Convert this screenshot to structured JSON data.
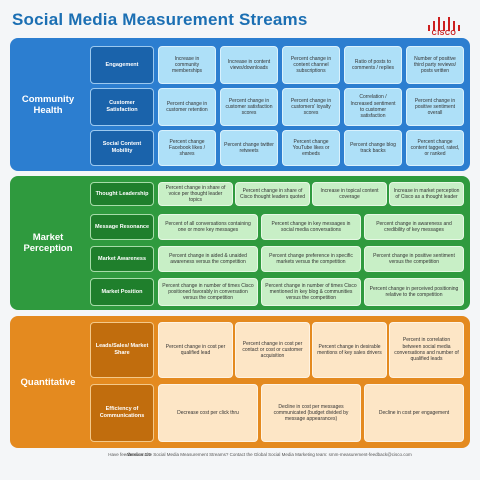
{
  "title": "Social Media Measurement Streams",
  "logo": {
    "text": "CISCO",
    "icon": "cisco-bridge-icon",
    "color": "#cc1f1f"
  },
  "colors": {
    "community": "#2c7ed0",
    "market": "#2f9a3e",
    "quantitative": "#e48a1f"
  },
  "sections": [
    {
      "category": "Community Health",
      "rows": [
        {
          "label": "Engagement",
          "cells": [
            "Increase in community memberships",
            "Increase in content views/downloads",
            "Percent change in content channel subscriptions",
            "Ratio of posts to comments / replies",
            "Number of positive third party reviews/ posts written"
          ]
        },
        {
          "label": "Customer Satisfaction",
          "cells": [
            "Percent change in customer retention",
            "Percent change in customer satisfaction scores",
            "Percent change in customers' loyalty scores",
            "Correlation / Increased sentiment to customer satisfaction",
            "Percent change in positive sentiment overall"
          ]
        },
        {
          "label": "Social Content Mobility",
          "cells": [
            "Percent change Facebook likes / shares",
            "Percent change twitter retweets",
            "Percent change YouTube likes or embeds",
            "Percent change blog track backs",
            "Percent change content tagged, rated, or ranked"
          ]
        }
      ]
    },
    {
      "category": "Market Perception",
      "rows": [
        {
          "label": "Thought Leadership",
          "cells": [
            "Percent change in share of voice per thought leader topics",
            "Percent change in share of Cisco thought leaders quoted",
            "Increase in topical content coverage",
            "Increase in market perception of Cisco as a thought leader"
          ]
        },
        {
          "label": "Message Resonance",
          "cells": [
            "Percent of all conversations containing one or more key messages",
            "Percent change in key messages in social media conversations",
            "Percent change in awareness and credibility of key messages"
          ]
        },
        {
          "label": "Market Awareness",
          "cells": [
            "Percent change in aided & unaided awareness versus the competition",
            "Percent change preference in specific markets versus the competition",
            "Percent change in positive sentiment versus the competition"
          ]
        },
        {
          "label": "Market Position",
          "cells": [
            "Percent change in number of times Cisco positioned favorably in conversation versus the competition",
            "Percent change in number of times Cisco mentioned in key blog & communities versus the competition",
            "Percent change in perceived positioning relative to the competition"
          ]
        }
      ]
    },
    {
      "category": "Quantitative",
      "rows": [
        {
          "label": "Leads/Sales/ Market Share",
          "cells": [
            "Percent change in cost per qualified lead",
            "Percent change in cost per contact or cost or customer acquisition",
            "Percent change in desirable mentions of key sales drivers",
            "Percent in correlation between social media conversations and number of qualified leads"
          ]
        },
        {
          "label": "Efficiency of Communications",
          "cells": [
            "Decrease cost per click thru",
            "Decline in cost per messages communicated (budget divided by message appearances)",
            "Decline in cost per engagement"
          ]
        }
      ]
    }
  ],
  "footer": {
    "version": "Version 1.0",
    "text": "Have feedback on the Social Media Measurement Streams? Contact the Global Social Media Marketing team: smm-measurement-feedback@cisco.com"
  }
}
